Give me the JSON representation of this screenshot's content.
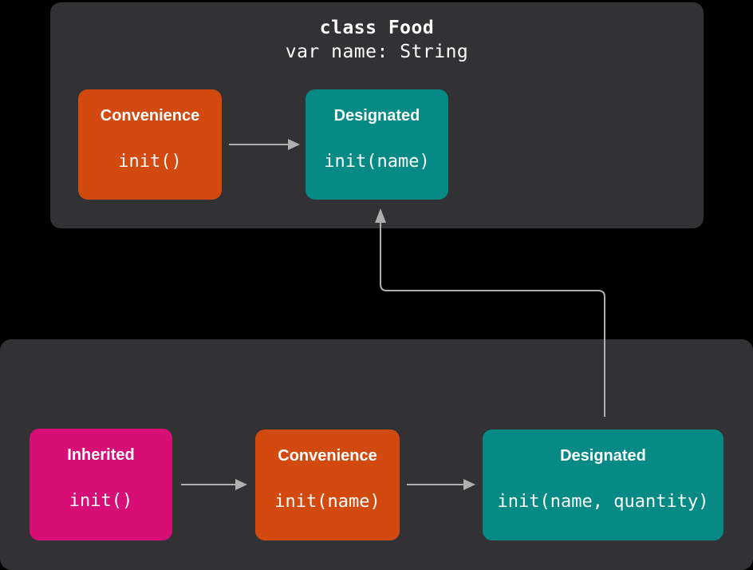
{
  "colors": {
    "background": "#000000",
    "panel": "#323234",
    "convenience": "#D34A10",
    "designated": "#058A85",
    "inherited": "#D60E76",
    "arrow": "#AFAFAF",
    "text": "#FFFFFF"
  },
  "top_class": {
    "title": "class Food",
    "property": "var name: String",
    "convenience": {
      "label": "Convenience",
      "code": "init()"
    },
    "designated": {
      "label": "Designated",
      "code": "init(name)"
    }
  },
  "subclass": {
    "inherited": {
      "label": "Inherited",
      "code": "init()"
    },
    "convenience": {
      "label": "Convenience",
      "code": "init(name)"
    },
    "designated": {
      "label": "Designated",
      "code": "init(name, quantity)"
    }
  }
}
